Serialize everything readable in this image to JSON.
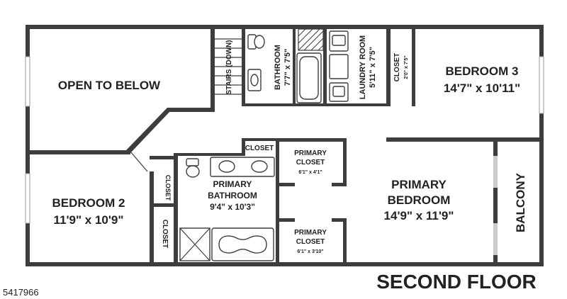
{
  "plan": {
    "floor_title": "SECOND FLOOR",
    "listing_id": "5417966",
    "rooms": {
      "open_below": {
        "name": "OPEN TO BELOW",
        "dims": ""
      },
      "stairs": {
        "name": "STAIRS (DOWN)"
      },
      "hall_bathroom": {
        "name": "BATHROOM",
        "dims": "7'7\" x 7'5\""
      },
      "laundry": {
        "name": "LAUNDRY ROOM",
        "dims": "5'11\" x 7'5\""
      },
      "closet_b3": {
        "name": "CLOSET",
        "dims": "2'0\" x 7'5\""
      },
      "bedroom3": {
        "name": "BEDROOM 3",
        "dims": "14'7\" x 10'11\""
      },
      "bedroom2": {
        "name": "BEDROOM 2",
        "dims": "11'9\" x 10'9\""
      },
      "closet_b2_upper": {
        "name": "CLOSET"
      },
      "closet_b2_lower": {
        "name": "CLOSET"
      },
      "closet_hall": {
        "name": "CLOSET"
      },
      "primary_bath": {
        "name1": "PRIMARY",
        "name2": "BATHROOM",
        "dims": "9'4\" x 10'3\""
      },
      "primary_closet_1": {
        "name1": "PRIMARY",
        "name2": "CLOSET",
        "dims": "6'1\" x 4'1\""
      },
      "primary_closet_2": {
        "name1": "PRIMARY",
        "name2": "CLOSET",
        "dims": "6'1\" x 3'10\""
      },
      "primary_bedroom": {
        "name1": "PRIMARY",
        "name2": "BEDROOM",
        "dims": "14'9\" x 11'9\""
      },
      "balcony": {
        "name": "BALCONY"
      }
    }
  }
}
